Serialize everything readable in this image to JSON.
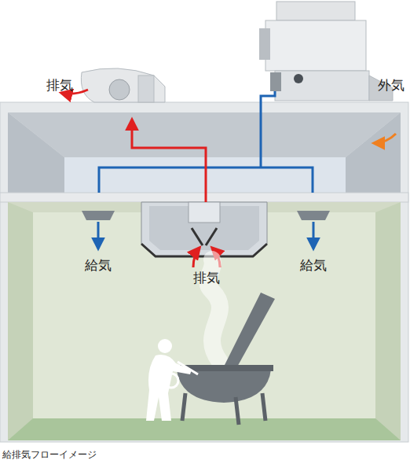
{
  "diagram": {
    "caption": "給排気フローイメージ",
    "labels": [
      "排気",
      "外気",
      "給気",
      "排気",
      "給気"
    ]
  }
}
